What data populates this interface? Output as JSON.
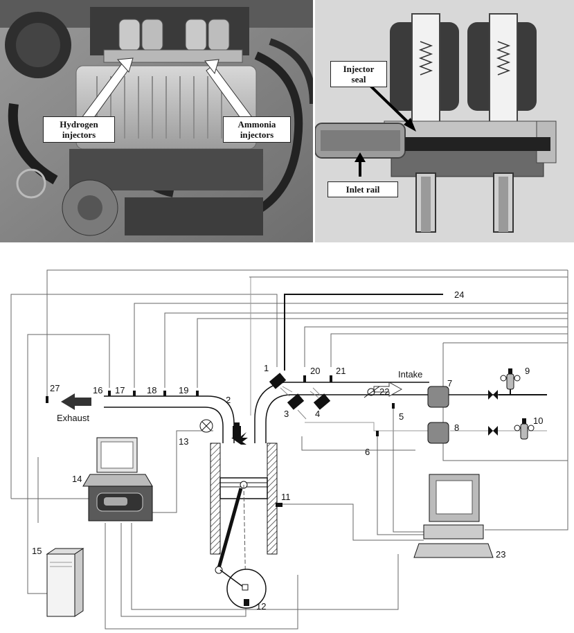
{
  "photo_left": {
    "hydrogen_label": "Hydrogen\ninjectors",
    "ammonia_label": "Ammonia\ninjectors"
  },
  "photo_right": {
    "seal_label": "Injector\nseal",
    "rail_label": "Inlet rail"
  },
  "schematic": {
    "exhaust_label": "Exhaust",
    "intake_label": "Intake",
    "component_numbers": [
      "1",
      "2",
      "3",
      "4",
      "5",
      "6",
      "7",
      "8",
      "9",
      "10",
      "11",
      "12",
      "13",
      "14",
      "15",
      "16",
      "17",
      "18",
      "19",
      "20",
      "21",
      "22",
      "23",
      "24",
      "27"
    ]
  }
}
